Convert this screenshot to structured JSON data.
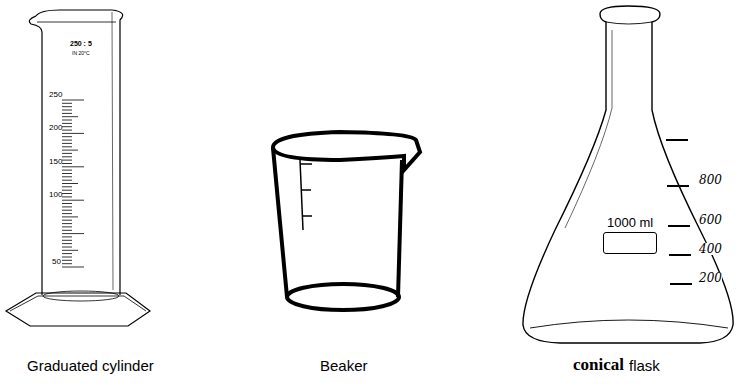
{
  "diagram": {
    "nodes": [
      {
        "text": [
          "1000 ml"
        ]
      }
    ],
    "labels": [
      "250 : 5",
      "IN 20°C",
      "250",
      "200",
      "150",
      "100",
      "50",
      "800",
      "600",
      "400",
      "200",
      "Graduated cylinder",
      "Beaker",
      "conical",
      "flask"
    ]
  }
}
